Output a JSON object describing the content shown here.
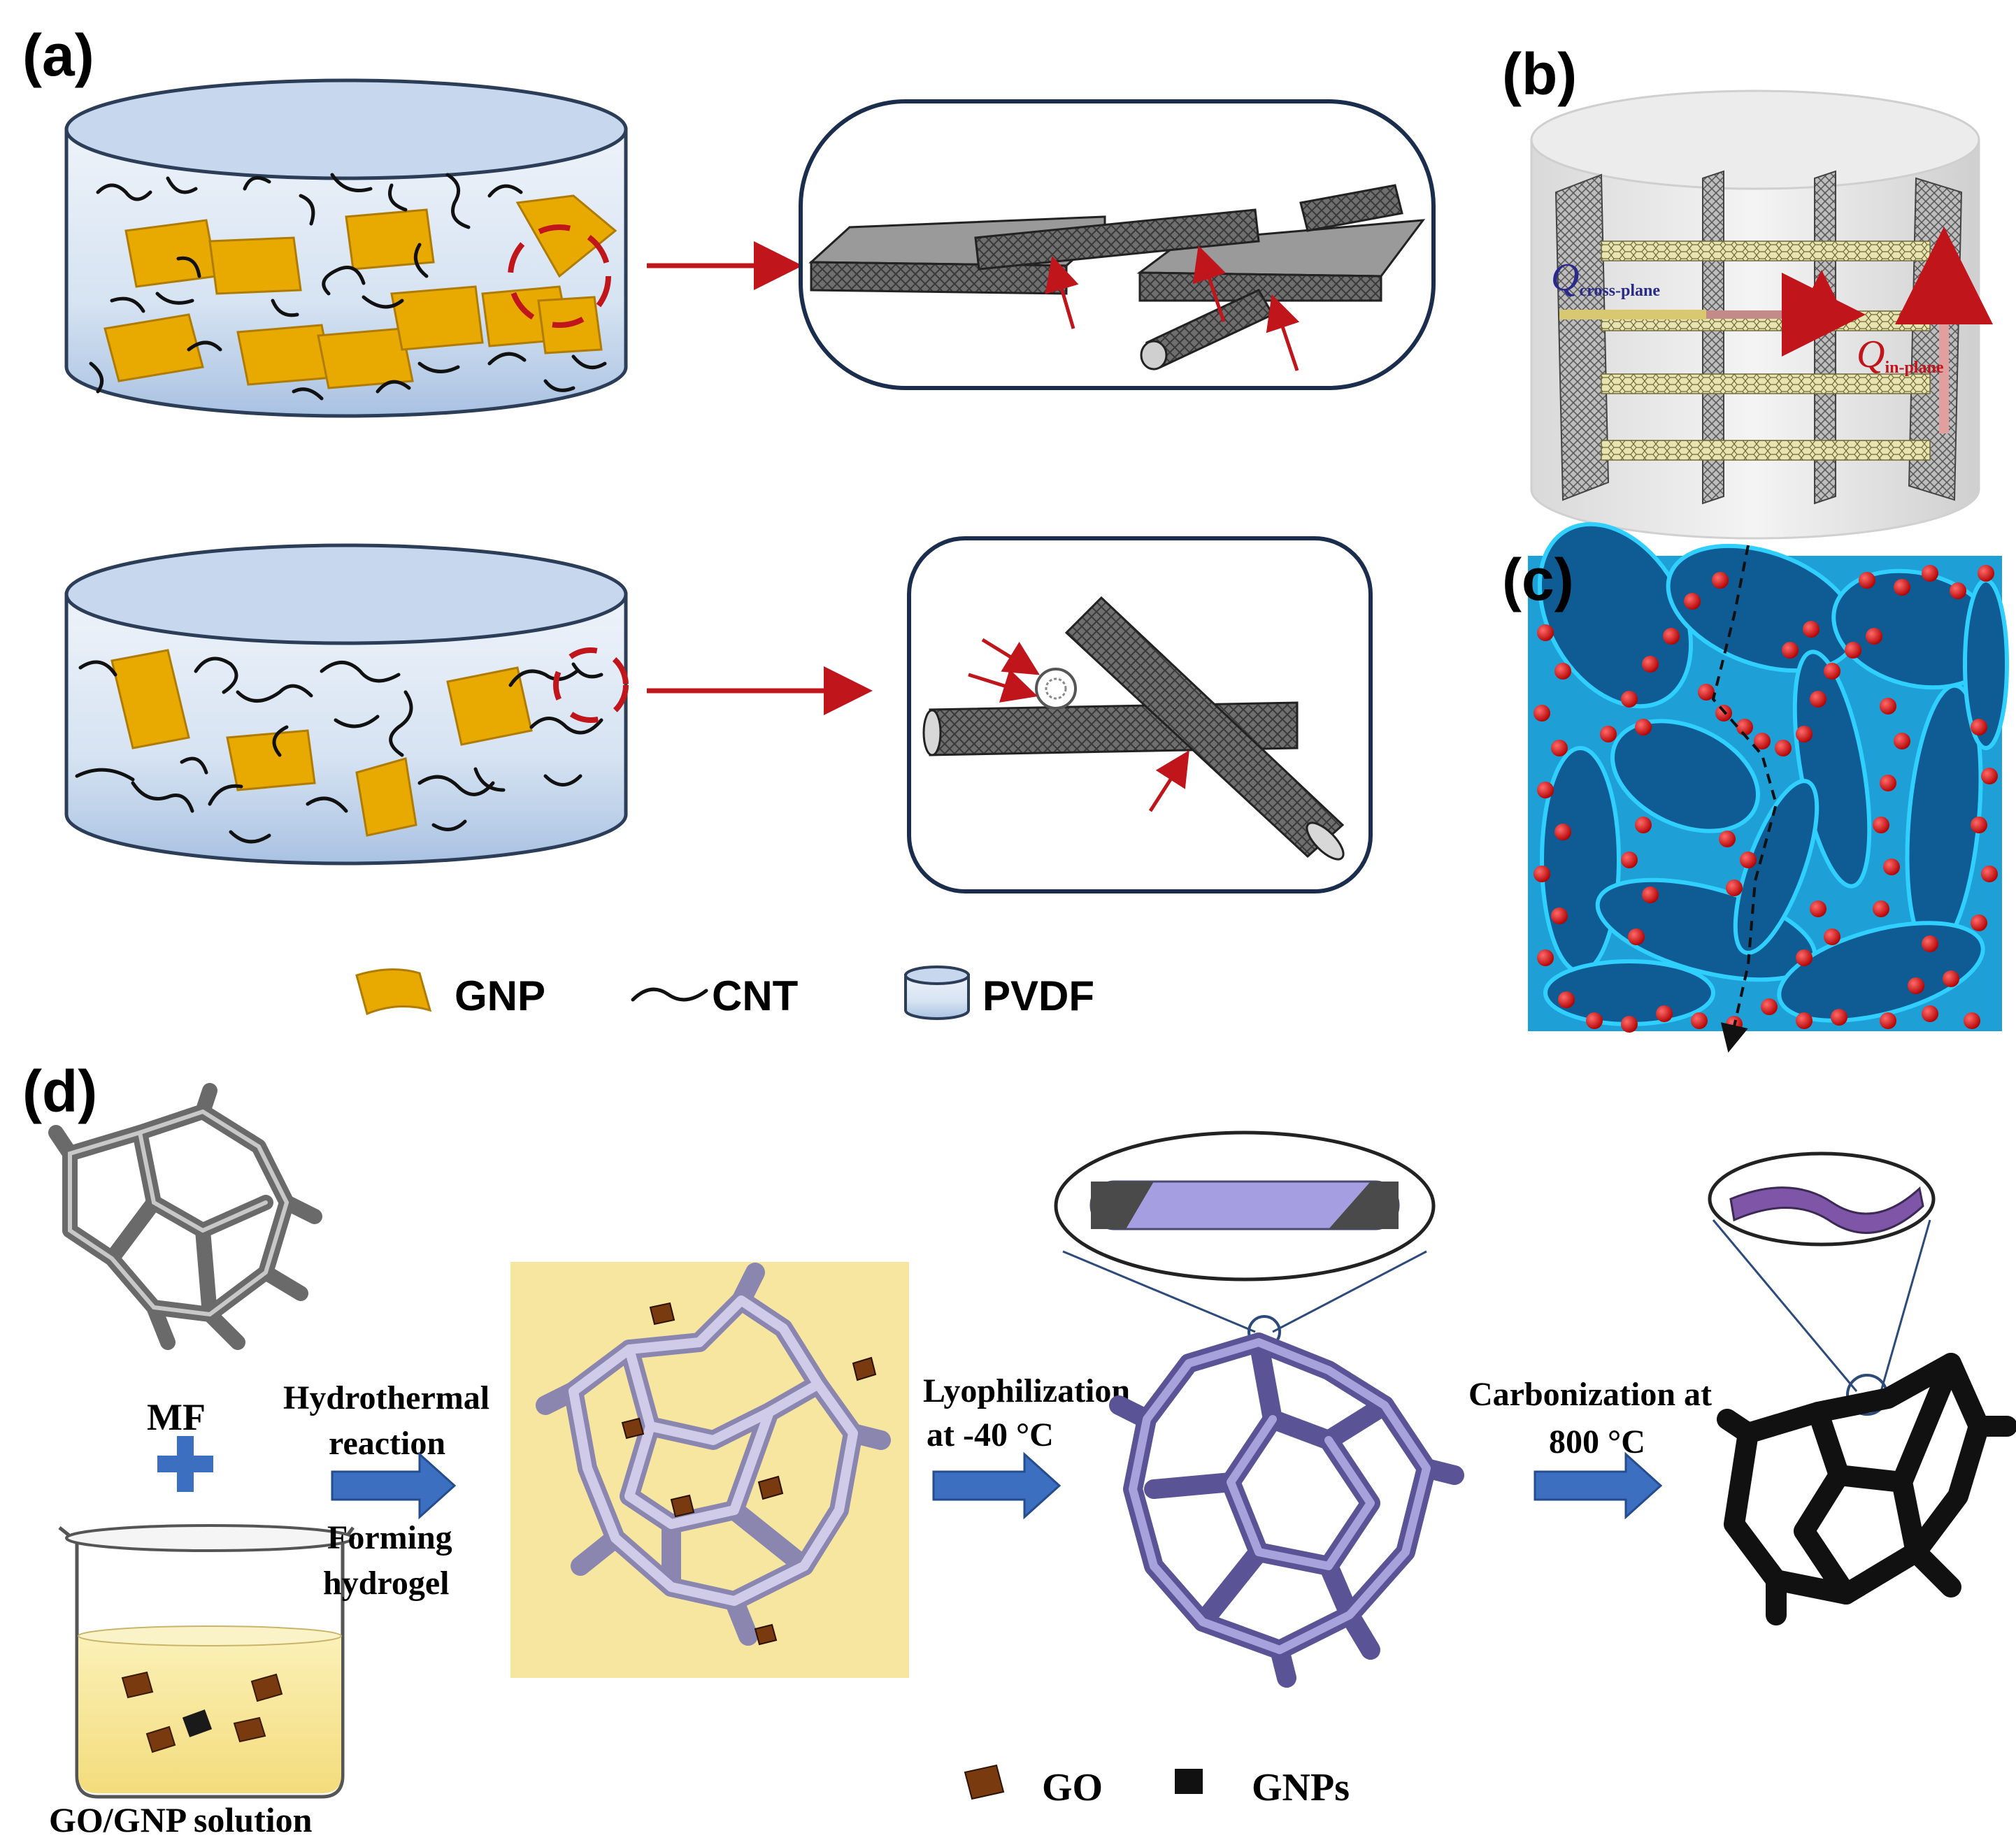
{
  "panels": {
    "a": {
      "label": "(a)"
    },
    "b": {
      "label": "(b)",
      "q_cross_symbol": "Q",
      "q_cross_sub": "cross-plane",
      "q_in_symbol": "Q",
      "q_in_sub": "in-plane"
    },
    "c": {
      "label": "(c)"
    },
    "d": {
      "label": "(d)"
    }
  },
  "legend_a": {
    "gnp": "GNP",
    "cnt": "CNT",
    "pvdf": "PVDF"
  },
  "process_d": {
    "mf": "MF",
    "solution": "GO/GNP solution",
    "step1_line1": "Hydrothermal",
    "step1_line2": "reaction",
    "step1_line3": "Forming",
    "step1_line4": "hydrogel",
    "step2_line1": "Lyophilization",
    "step2_line2": "at -40 °C",
    "step3_line1": "Carbonization at",
    "step3_line2": "800 °C"
  },
  "legend_d": {
    "go": "GO",
    "gnps": "GNPs"
  },
  "colors": {
    "gnp": "#e8a900",
    "arrow_red": "#c0161b",
    "arrow_blue": "#3c6fc0",
    "pvdf_fill": "#c7d8ee",
    "panel_c_bg": "#1e9fd6",
    "particle_red": "#d40000",
    "hydrogel_bg": "#f6e6a0",
    "foam_lavender": "#b4b2d6",
    "foam_purple": "#7f78b8"
  }
}
